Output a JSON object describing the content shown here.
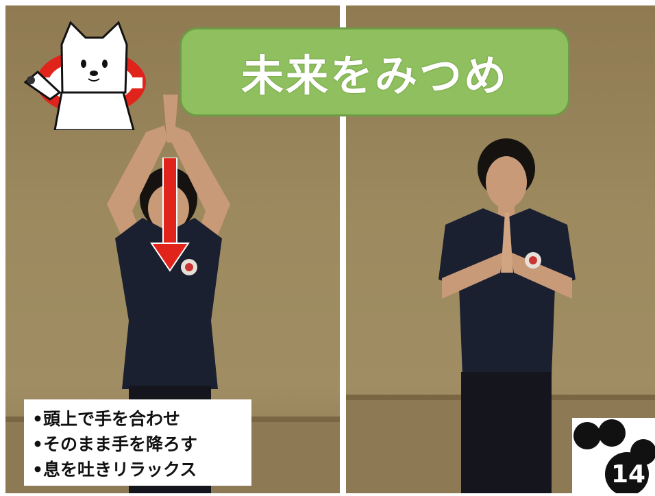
{
  "title": "未来をみつめ",
  "instructions": [
    "•頭上で手を合わせ",
    "•そのまま手を降ろす",
    "•息を吐きリラックス"
  ],
  "page_number": "14",
  "colors": {
    "bubble": "#8fbf5e",
    "arrow": "#e0241b",
    "shirt": "#1a2030",
    "wall": "#9d8a5f"
  }
}
